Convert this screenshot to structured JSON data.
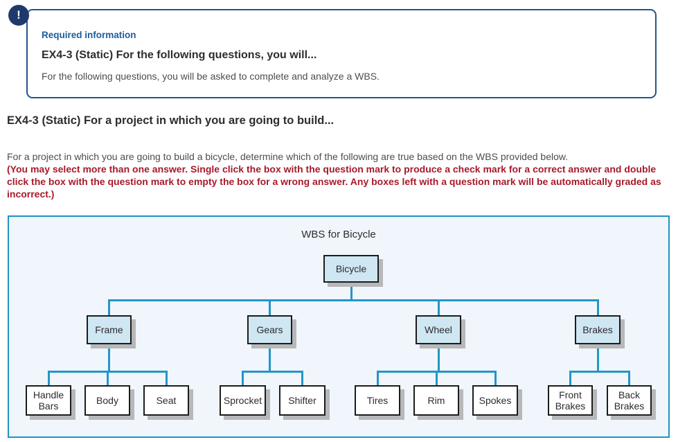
{
  "alert": {
    "icon": "!",
    "kicker": "Required information",
    "title": "EX4-3 (Static) For the following questions, you will...",
    "description": "For the following questions, you will be asked to complete and analyze a WBS."
  },
  "question": {
    "heading": "EX4-3 (Static) For a project in which you are going to build...",
    "body": "For a project in which you are going to build a bicycle, determine which of the following are true based on the WBS provided below.",
    "instructions": "(You may select more than one answer. Single click the box with the question mark to produce a check mark for a correct answer and double click the box with the question mark to empty the box for a wrong answer. Any boxes left with a question mark will be automatically graded as incorrect.)"
  },
  "wbs": {
    "title": "WBS for Bicycle",
    "root": "Bicycle",
    "branches": [
      {
        "label": "Frame",
        "children": [
          "Handle Bars",
          "Body",
          "Seat"
        ]
      },
      {
        "label": "Gears",
        "children": [
          "Sprocket",
          "Shifter"
        ]
      },
      {
        "label": "Wheel",
        "children": [
          "Tires",
          "Rim",
          "Spokes"
        ]
      },
      {
        "label": "Brakes",
        "children": [
          "Front Brakes",
          "Back Brakes"
        ]
      }
    ]
  },
  "colors": {
    "connector_blue": "#2196c9",
    "diagram_border": "#2191c5",
    "diagram_background": "#f0f6fb",
    "node_fill_blue": "#cfe6f3",
    "node_border": "#1c1c1c",
    "node_shadow": "#b6b8ba",
    "alert_border": "#24548c",
    "alert_icon_background": "#1e3a6d",
    "kicker_blue": "#1a5b9e",
    "instruction_red": "#a8192b",
    "body_gray": "#4d4d4d"
  }
}
